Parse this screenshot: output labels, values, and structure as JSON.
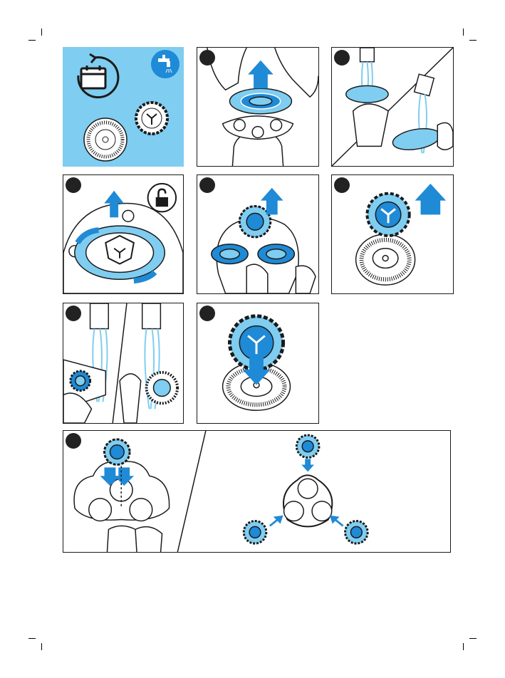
{
  "colors": {
    "accent_blue": "#1f8ad6",
    "light_blue": "#7fcdf0",
    "shaver_fill": "#ffffff",
    "outline": "#1a1a1a",
    "step_badge": "#222222"
  },
  "steps": [
    {
      "icon": "calendar-cycle-icon"
    },
    {
      "icon": "lift-shaving-unit"
    },
    {
      "icon": "rinse-under-tap"
    },
    {
      "icon": "unlock-retaining-ring"
    },
    {
      "icon": "remove-cutters"
    },
    {
      "icon": "separate-cutter-guard"
    },
    {
      "icon": "rinse-cutter-guard"
    },
    {
      "icon": "reassemble-cutter"
    },
    {
      "icon": "reinsert-cutters"
    }
  ]
}
